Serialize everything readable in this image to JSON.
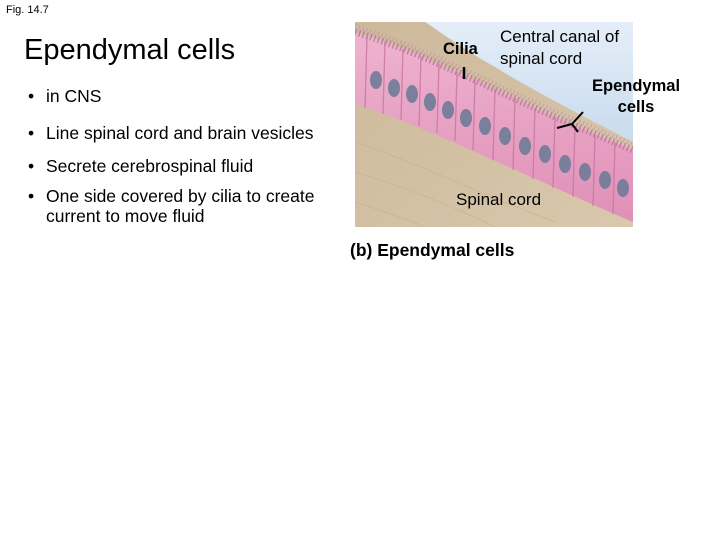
{
  "figure_number": "Fig. 14.7",
  "title": "Ependymal cells",
  "bullets": [
    "in CNS",
    "Line spinal cord and brain vesicles",
    "Secrete cerebrospinal fluid",
    "One side covered by cilia to create current to move fluid"
  ],
  "micrograph": {
    "labels": {
      "cilia": "Cilia",
      "central_canal_line1": "Central canal of",
      "central_canal_line2": "spinal cord",
      "ependymal_line1": "Ependymal",
      "ependymal_line2": "cells",
      "spinal_cord": "Spinal cord"
    },
    "caption": "(b) Ependymal cells",
    "colors": {
      "canal": "#d8e6f4",
      "cilia_fringe": "#c98ab0",
      "cell_body": "#e79fc4",
      "nucleus": "#6f7c98",
      "tissue": "#d2bfa2"
    }
  }
}
